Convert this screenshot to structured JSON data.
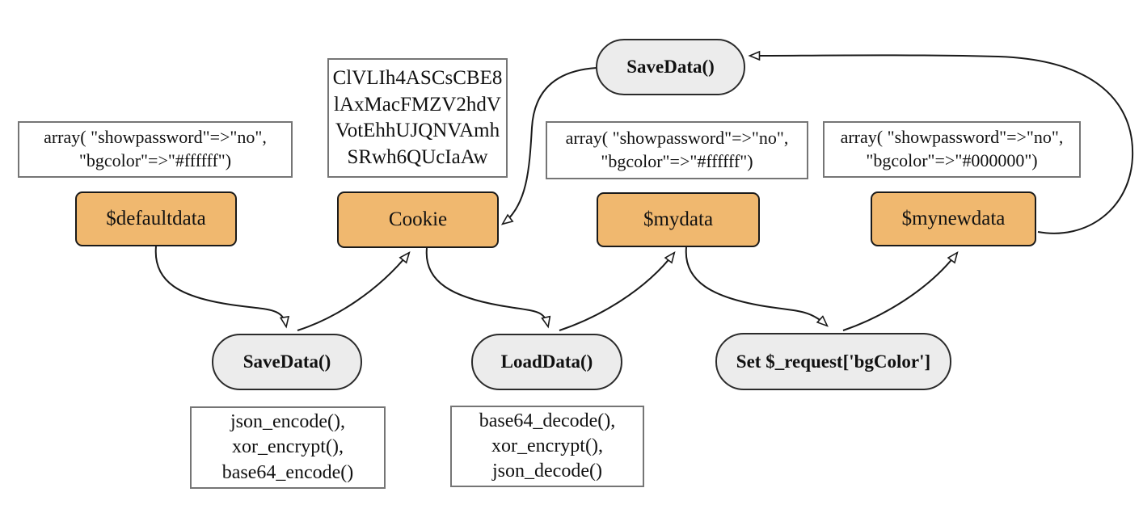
{
  "diagram": {
    "colors": {
      "data_node_fill": "#F0B86F",
      "data_node_border": "#1a1a1a",
      "process_fill": "#ECECEC",
      "process_border": "#2b2b2b",
      "note_border": "#757575",
      "arrow": "#1a1a1a"
    },
    "notes": {
      "defaultdata_note": {
        "line1": "array( \"showpassword\"=>\"no\",",
        "line2": "\"bgcolor\"=>\"#ffffff\")"
      },
      "cookie_value_note": {
        "line1": "ClVLIh4ASCsCBE8",
        "line2": "lAxMacFMZV2hdV",
        "line3": "VotEhhUJQNVAmh",
        "line4": "SRwh6QUcIaAw"
      },
      "mydata_note": {
        "line1": "array( \"showpassword\"=>\"no\",",
        "line2": "\"bgcolor\"=>\"#ffffff\")"
      },
      "mynewdata_note": {
        "line1": "array( \"showpassword\"=>\"no\",",
        "line2": "\"bgcolor\"=>\"#000000\")"
      },
      "encode_note": {
        "line1": "json_encode(),",
        "line2": "xor_encrypt(),",
        "line3": "base64_encode()"
      },
      "decode_note": {
        "line1": "base64_decode(),",
        "line2": "xor_encrypt(),",
        "line3": "json_decode()"
      }
    },
    "data_nodes": {
      "defaultdata": "$defaultdata",
      "cookie": "Cookie",
      "mydata": "$mydata",
      "mynewdata": "$mynewdata"
    },
    "process_nodes": {
      "savedata_top": "SaveData()",
      "savedata_bottom": "SaveData()",
      "loaddata": "LoadData()",
      "set_request": "Set $_request['bgColor']"
    }
  }
}
